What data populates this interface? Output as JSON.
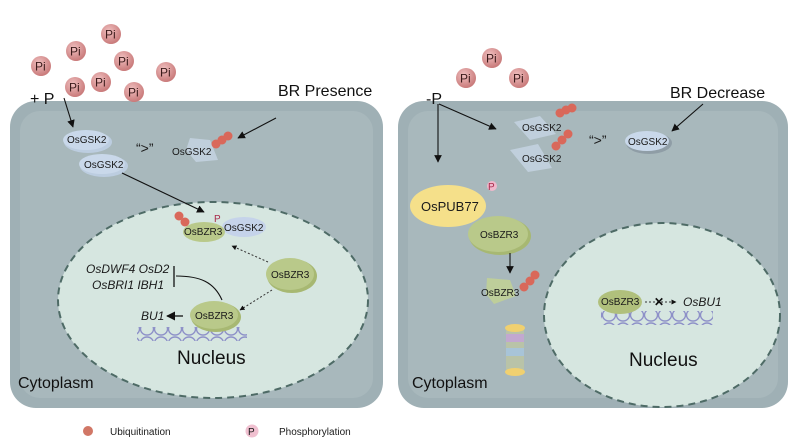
{
  "left_panel": {
    "condition_label": "BR Presence",
    "input_label": "+ P",
    "pi_label": "Pi",
    "pi_count": 8,
    "comparison_symbol": "“>”",
    "cytoplasm_proteins": [
      "OsGSK2",
      "OsGSK2"
    ],
    "degraded_protein": "OsGSK2",
    "complex": {
      "protein_a": "OsBZR3",
      "protein_b": "OsGSK2",
      "mark": "P"
    },
    "nucleus_protein": "OsBZR3",
    "dna_bound_protein": "OsBZR3",
    "repressed_genes": [
      "OsDWF4 OsD2",
      "OsBRI1 IBH1"
    ],
    "activated_gene": "BU1",
    "nucleus_label": "Nucleus",
    "cytoplasm_label": "Cytoplasm"
  },
  "right_panel": {
    "condition_label": "BR Decrease",
    "input_label": "-P",
    "pi_label": "Pi",
    "pi_count": 3,
    "degraded_proteins": [
      "OsGSK2",
      "OsGSK2"
    ],
    "comparison_symbol": "“>”",
    "intact_protein": "OsGSK2",
    "e3_ligase": {
      "name": "OsPUB77",
      "mark": "P"
    },
    "substrate": "OsBZR3",
    "ubiquitinated_substrate": "OsBZR3",
    "dna_bound_protein": "OsBZR3",
    "blocked_gene": "OsBU1",
    "nucleus_label": "Nucleus",
    "cytoplasm_label": "Cytoplasm"
  },
  "legend": {
    "items": [
      {
        "label": "Ubiquitination",
        "symbol": "red-dot"
      },
      {
        "label": "Phosphorylation",
        "symbol": "P"
      }
    ]
  },
  "colors": {
    "cell_outer": "#9fb0b5",
    "cell_inner": "#a8b8bc",
    "nucleus_fill": "#d6e6e0",
    "nucleus_border": "#4e6b66",
    "pi_fill": "#d48e8e",
    "ubiquitin": "#d9685a",
    "gsk2": "#c5d5e8",
    "bzr3": "#b9c98a",
    "pub77": "#f5e08a",
    "phospho_mark": "#a82a4a"
  }
}
